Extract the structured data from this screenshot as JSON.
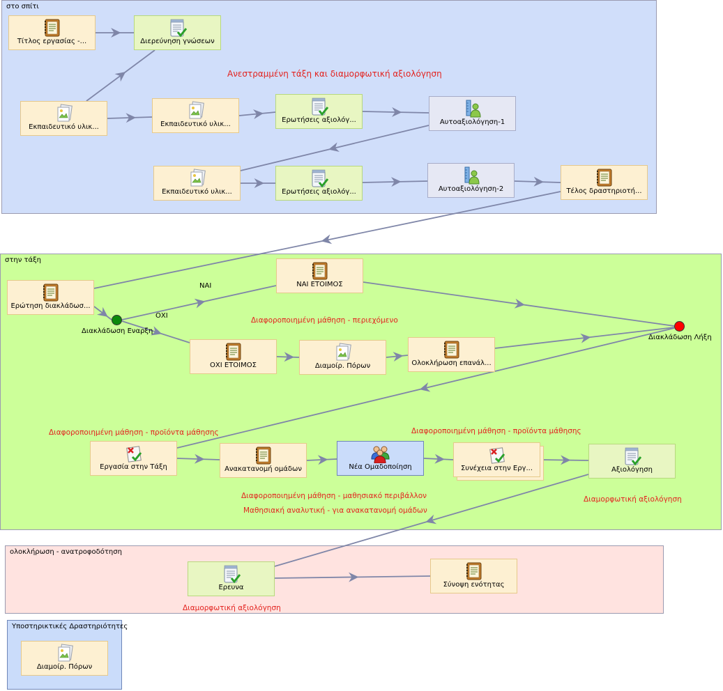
{
  "colors": {
    "zone_home": "#d0defa",
    "zone_class": "#ccff99",
    "zone_wrap": "#ffe3e0",
    "zone_support": "#cadcfa",
    "flow_line": "#7f86a8",
    "note_text": "#e3231f",
    "gateway_start": "#0b8a0b",
    "gateway_end": "#ff0000"
  },
  "zones": {
    "home": "στο σπίτι",
    "class": "στην τάξη",
    "wrap": "ολοκλήρωση - ανατροφοδότηση",
    "support": "Υποστηρικτικές Δραστηριότητες"
  },
  "nodes": {
    "n1": {
      "label": "Τίτλος εργασίας -...",
      "icon": "notebook-icon"
    },
    "n2": {
      "label": "Διερεύνηση γνώσεων",
      "icon": "checklist-icon"
    },
    "n3": {
      "label": "Εκπαιδευτικό υλικ...",
      "icon": "resource-document-icon"
    },
    "n4": {
      "label": "Εκπαιδευτικό υλικ...",
      "icon": "resource-document-icon"
    },
    "n5": {
      "label": "Ερωτήσεις αξιολόγ...",
      "icon": "checklist-icon"
    },
    "n6": {
      "label": "Αυτοαξιολόγηση-1",
      "icon": "user-ruler-icon"
    },
    "n7": {
      "label": "Εκπαιδευτικό υλικ...",
      "icon": "resource-document-icon"
    },
    "n8": {
      "label": "Ερωτήσεις αξιολόγ...",
      "icon": "checklist-icon"
    },
    "n9": {
      "label": "Αυτοαξιολόγηση-2",
      "icon": "user-ruler-icon"
    },
    "n10": {
      "label": "Τέλος δραστηριοτή...",
      "icon": "notebook-icon"
    },
    "n11": {
      "label": "Ερώτηση διακλάδωσ...",
      "icon": "notebook-icon"
    },
    "n12": {
      "label": "ΝΑΙ ΕΤΟΙΜΟΣ",
      "icon": "notebook-icon"
    },
    "n13": {
      "label": "ΟΧΙ ΕΤΟΙΜΟΣ",
      "icon": "notebook-icon"
    },
    "n14": {
      "label": "Διαμοίρ. Πόρων",
      "icon": "resource-document-icon"
    },
    "n15": {
      "label": "Ολοκλήρωση επανάλ...",
      "icon": "notebook-icon"
    },
    "n16": {
      "label": "Εργασία στην Τάξη",
      "icon": "task-x-icon"
    },
    "n17": {
      "label": "Ανακατανομή ομάδων",
      "icon": "notebook-icon"
    },
    "n18": {
      "label": "Νέα Ομαδοποίηση",
      "icon": "group-people-icon"
    },
    "n19": {
      "label": "Συνέχεια στην Εργ...",
      "icon": "task-x-icon"
    },
    "n20": {
      "label": "Αξιολόγηση",
      "icon": "checklist-icon"
    },
    "n21": {
      "label": "Ερευνα",
      "icon": "checklist-icon"
    },
    "n22": {
      "label": "Σύνοψη ενότητας",
      "icon": "notebook-icon"
    },
    "n23": {
      "label": "Διαμοίρ. Πόρων",
      "icon": "resource-document-icon"
    }
  },
  "gateways": {
    "start": "Διακλάδωση Εναρξη",
    "end": "Διακλάδωση Λήξη"
  },
  "branch_labels": {
    "yes": "ΝΑΙ",
    "no": "ΟΧΙ"
  },
  "notes": {
    "home_main": "Ανεστραμμένη τάξη και διαμορφωτική αξιολόγηση",
    "content": "Διαφοροποιημένη μάθηση - περιεχόμενο",
    "products_left": "Διαφοροποιημένη μάθηση - προϊόντα μάθησης",
    "products_right": "Διαφοροποιημένη μάθηση - προϊόντα μάθησης",
    "environment": "Διαφοροποιημένη μάθηση - μαθησιακό περιβάλλον",
    "analytics": "Μαθησιακή αναλυτική - για ανακατανομή ομάδων",
    "formative_class": "Διαμορφωτική αξιολόγηση",
    "formative_wrap": "Διαμορφωτική αξιολόγηση"
  }
}
